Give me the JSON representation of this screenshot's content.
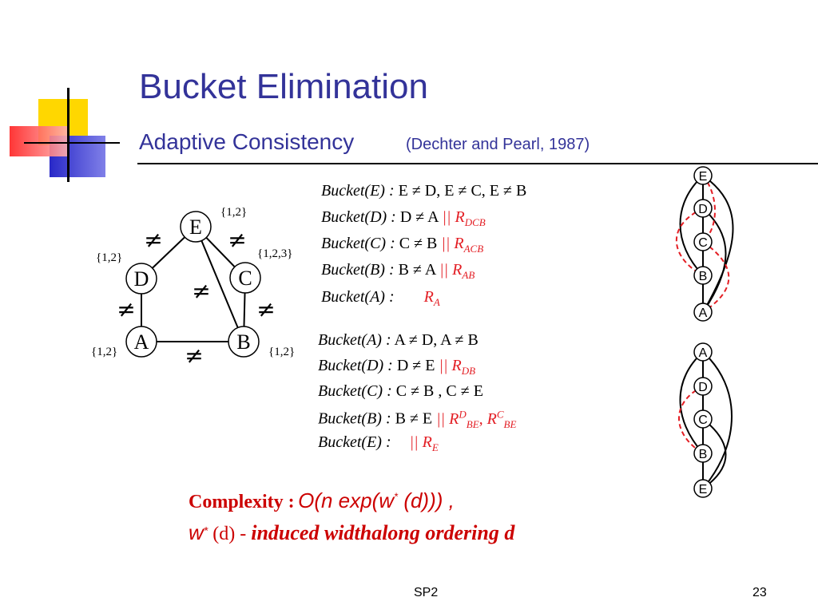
{
  "slide": {
    "title": "Bucket Elimination",
    "subtitle": "Adaptive Consistency",
    "citation": "(Dechter and Pearl, 1987)",
    "footer_center": "SP2",
    "footer_right": "23"
  },
  "graph": {
    "nodes": [
      "E",
      "D",
      "C",
      "A",
      "B"
    ],
    "domains": {
      "E": "{1,2}",
      "D": "{1,2}",
      "C": "{1,2,3}",
      "A": "{1,2}",
      "B": "{1,2}"
    },
    "neq_symbol": "≠"
  },
  "ordering1": {
    "buckets": [
      {
        "label": "Bucket(E) :",
        "constraints": "E ≠ D,  E ≠ C,  E ≠ B",
        "added": ""
      },
      {
        "label": "Bucket(D) :",
        "constraints": "D ≠ A",
        "added": "||  R",
        "sub": "DCB"
      },
      {
        "label": "Bucket(C) :",
        "constraints": "C ≠ B",
        "added": "||  R",
        "sub": "ACB"
      },
      {
        "label": "Bucket(B) :",
        "constraints": "B ≠ A",
        "added": "||  R",
        "sub": "AB"
      },
      {
        "label": "Bucket(A) :",
        "constraints": "",
        "added": "R",
        "sub": "A"
      }
    ],
    "chain": [
      "E",
      "D",
      "C",
      "B",
      "A"
    ]
  },
  "ordering2": {
    "buckets": [
      {
        "label": "Bucket(A) :",
        "constraints": "A ≠ D,  A ≠ B",
        "added": ""
      },
      {
        "label": "Bucket(D) :",
        "constraints": "D ≠ E",
        "added": "||  R",
        "sub": "DB"
      },
      {
        "label": "Bucket(C) :",
        "constraints": "C ≠ B ,  C ≠ E",
        "added": ""
      },
      {
        "label": "Bucket(B) :",
        "constraints": "B ≠ E",
        "added": "||  R",
        "sup1": "D",
        "sub1": "BE",
        "sep": ",  R",
        "sup2": "C",
        "sub2": "BE"
      },
      {
        "label": "Bucket(E) :",
        "constraints": "",
        "added": "|| R",
        "sub": "E"
      }
    ],
    "chain": [
      "A",
      "D",
      "C",
      "B",
      "E"
    ]
  },
  "complexity": {
    "label": "Complexity  :",
    "formula": "O(n exp(w",
    "star": "*",
    "formula_end": " (d))) ,",
    "w": "w",
    "w_star": "*",
    "d_part": " (d) - ",
    "desc": "induced widthalong ordering d"
  },
  "colors": {
    "title": "#333399",
    "red": "#e31e24",
    "deco_yellow": "#ffd700",
    "deco_blue": "#3333cc",
    "deco_red": "#ff3333"
  }
}
